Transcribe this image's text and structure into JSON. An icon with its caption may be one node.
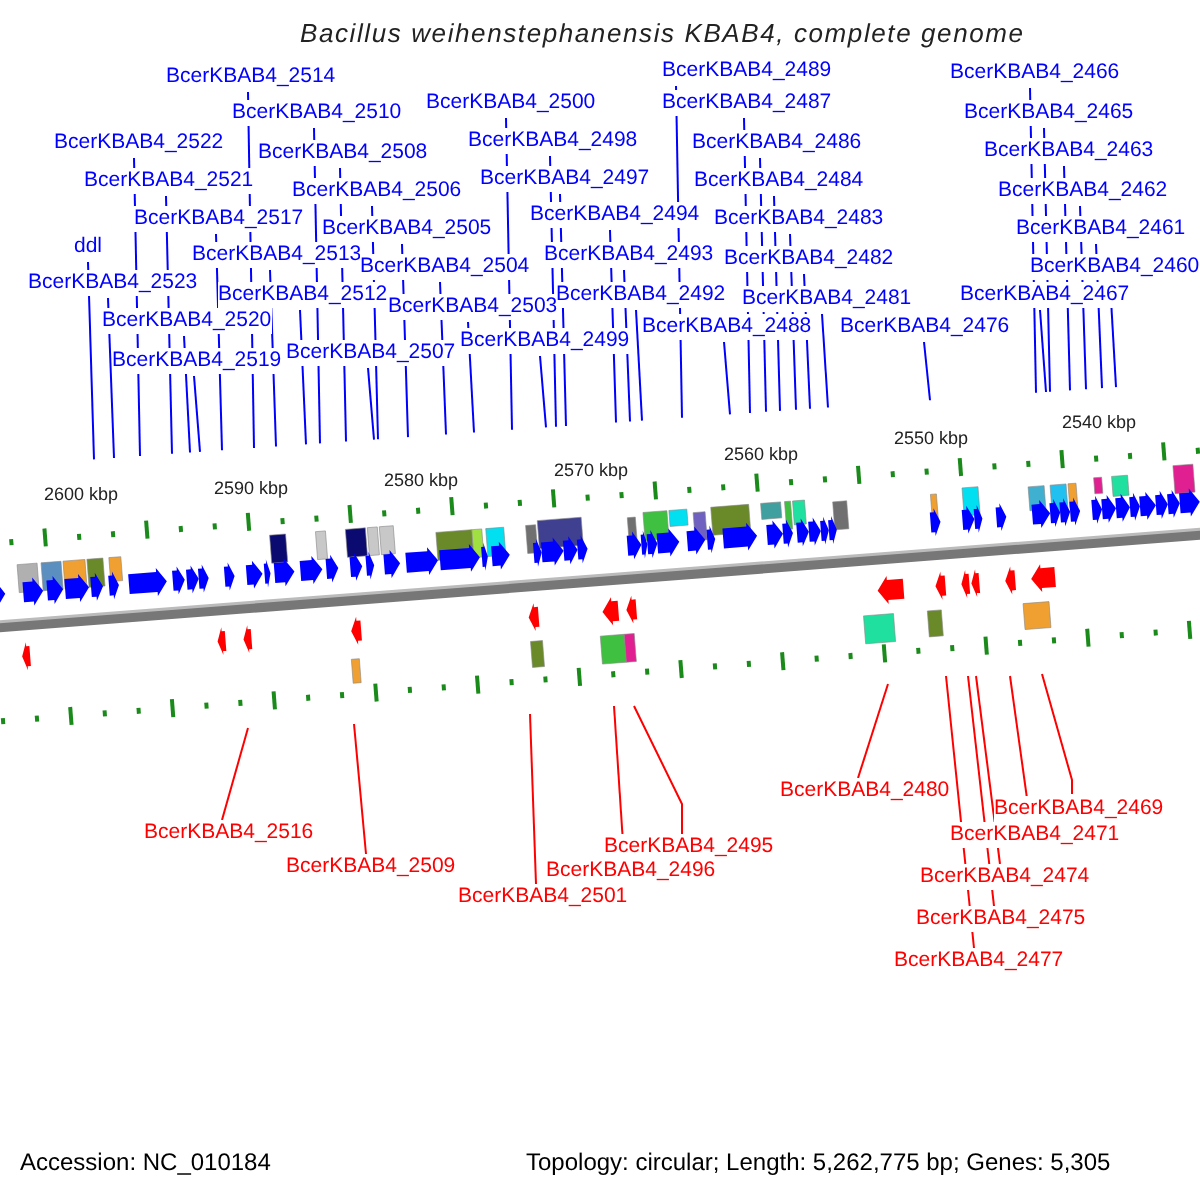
{
  "diagram": {
    "title": "Bacillus weihenstephanensis KBAB4, complete genome",
    "nodes": [
      {
        "text": [
          "BcerKBAB4_2514"
        ]
      },
      {
        "text": [
          "BcerKBAB4_2510"
        ]
      },
      {
        "text": [
          "BcerKBAB4_2522"
        ]
      },
      {
        "text": [
          "BcerKBAB4_2508"
        ]
      },
      {
        "text": [
          "BcerKBAB4_2521"
        ]
      },
      {
        "text": [
          "BcerKBAB4_2506"
        ]
      },
      {
        "text": [
          "BcerKBAB4_2517"
        ]
      },
      {
        "text": [
          "BcerKBAB4_2505"
        ]
      },
      {
        "text": [
          "ddl"
        ]
      },
      {
        "text": [
          "BcerKBAB4_2513"
        ]
      },
      {
        "text": [
          "BcerKBAB4_2504"
        ]
      },
      {
        "text": [
          "BcerKBAB4_2523"
        ]
      },
      {
        "text": [
          "BcerKBAB4_2512"
        ]
      },
      {
        "text": [
          "BcerKBAB4_2503"
        ]
      },
      {
        "text": [
          "BcerKBAB4_2520"
        ]
      },
      {
        "text": [
          "BcerKBAB4_2507"
        ]
      },
      {
        "text": [
          "BcerKBAB4_2519"
        ]
      },
      {
        "text": [
          "BcerKBAB4_2500"
        ]
      },
      {
        "text": [
          "BcerKBAB4_2498"
        ]
      },
      {
        "text": [
          "BcerKBAB4_2497"
        ]
      },
      {
        "text": [
          "BcerKBAB4_2494"
        ]
      },
      {
        "text": [
          "BcerKBAB4_2493"
        ]
      },
      {
        "text": [
          "BcerKBAB4_2492"
        ]
      },
      {
        "text": [
          "BcerKBAB4_2499"
        ]
      },
      {
        "text": [
          "BcerKBAB4_2489"
        ]
      },
      {
        "text": [
          "BcerKBAB4_2487"
        ]
      },
      {
        "text": [
          "BcerKBAB4_2486"
        ]
      },
      {
        "text": [
          "BcerKBAB4_2484"
        ]
      },
      {
        "text": [
          "BcerKBAB4_2483"
        ]
      },
      {
        "text": [
          "BcerKBAB4_2482"
        ]
      },
      {
        "text": [
          "BcerKBAB4_2481"
        ]
      },
      {
        "text": [
          "BcerKBAB4_2488"
        ]
      },
      {
        "text": [
          "BcerKBAB4_2476"
        ]
      },
      {
        "text": [
          "BcerKBAB4_2466"
        ]
      },
      {
        "text": [
          "BcerKBAB4_2465"
        ]
      },
      {
        "text": [
          "BcerKBAB4_2463"
        ]
      },
      {
        "text": [
          "BcerKBAB4_2462"
        ]
      },
      {
        "text": [
          "BcerKBAB4_2461"
        ]
      },
      {
        "text": [
          "BcerKBAB4_2460"
        ]
      },
      {
        "text": [
          "BcerKBAB4_2467"
        ]
      },
      {
        "text": [
          "BcerKBAB4_2480"
        ]
      },
      {
        "text": [
          "BcerKBAB4_2469"
        ]
      },
      {
        "text": [
          "BcerKBAB4_2516"
        ]
      },
      {
        "text": [
          "BcerKBAB4_2471"
        ]
      },
      {
        "text": [
          "BcerKBAB4_2495"
        ]
      },
      {
        "text": [
          "BcerKBAB4_2509"
        ]
      },
      {
        "text": [
          "BcerKBAB4_2496"
        ]
      },
      {
        "text": [
          "BcerKBAB4_2474"
        ]
      },
      {
        "text": [
          "BcerKBAB4_2501"
        ]
      },
      {
        "text": [
          "BcerKBAB4_2475"
        ]
      },
      {
        "text": [
          "BcerKBAB4_2477"
        ]
      }
    ],
    "edges": [
      {
        "from": 0,
        "to": null,
        "arrow": "none"
      },
      {
        "from": 1,
        "to": null,
        "arrow": "none"
      },
      {
        "from": 2,
        "to": null,
        "arrow": "none"
      },
      {
        "from": 3,
        "to": null,
        "arrow": "none"
      },
      {
        "from": 4,
        "to": null,
        "arrow": "none"
      },
      {
        "from": 5,
        "to": null,
        "arrow": "none"
      },
      {
        "from": 6,
        "to": null,
        "arrow": "none"
      },
      {
        "from": 7,
        "to": null,
        "arrow": "none"
      },
      {
        "from": 8,
        "to": null,
        "arrow": "none"
      },
      {
        "from": 9,
        "to": null,
        "arrow": "none"
      },
      {
        "from": 10,
        "to": null,
        "arrow": "none"
      },
      {
        "from": 11,
        "to": null,
        "arrow": "none"
      },
      {
        "from": 12,
        "to": null,
        "arrow": "none"
      },
      {
        "from": 13,
        "to": null,
        "arrow": "none"
      },
      {
        "from": 14,
        "to": null,
        "arrow": "none"
      },
      {
        "from": 15,
        "to": null,
        "arrow": "none"
      },
      {
        "from": 16,
        "to": null,
        "arrow": "none"
      },
      {
        "from": 17,
        "to": null,
        "arrow": "none"
      },
      {
        "from": 18,
        "to": null,
        "arrow": "none"
      },
      {
        "from": 19,
        "to": null,
        "arrow": "none"
      },
      {
        "from": 20,
        "to": null,
        "arrow": "none"
      },
      {
        "from": 21,
        "to": null,
        "arrow": "none"
      },
      {
        "from": 22,
        "to": null,
        "arrow": "none"
      },
      {
        "from": 23,
        "to": null,
        "arrow": "none"
      },
      {
        "from": 24,
        "to": null,
        "arrow": "none"
      },
      {
        "from": 25,
        "to": null,
        "arrow": "none"
      },
      {
        "from": 26,
        "to": null,
        "arrow": "none"
      },
      {
        "from": 27,
        "to": null,
        "arrow": "none"
      },
      {
        "from": 28,
        "to": null,
        "arrow": "none"
      },
      {
        "from": 29,
        "to": null,
        "arrow": "none"
      },
      {
        "from": 30,
        "to": null,
        "arrow": "none"
      },
      {
        "from": 31,
        "to": null,
        "arrow": "none"
      },
      {
        "from": 32,
        "to": null,
        "arrow": "none"
      },
      {
        "from": 33,
        "to": null,
        "arrow": "none"
      },
      {
        "from": 34,
        "to": null,
        "arrow": "none"
      },
      {
        "from": 35,
        "to": null,
        "arrow": "none"
      },
      {
        "from": 36,
        "to": null,
        "arrow": "none"
      },
      {
        "from": 37,
        "to": null,
        "arrow": "none"
      },
      {
        "from": 38,
        "to": null,
        "arrow": "none"
      },
      {
        "from": 39,
        "to": null,
        "arrow": "none"
      },
      {
        "from": 40,
        "to": null,
        "arrow": "none",
        "color": "#ff0000"
      },
      {
        "from": 41,
        "to": null,
        "arrow": "none",
        "color": "#ff0000"
      },
      {
        "from": 42,
        "to": null,
        "arrow": "none",
        "color": "#ff0000"
      },
      {
        "from": 43,
        "to": null,
        "arrow": "none",
        "color": "#ff0000"
      },
      {
        "from": 44,
        "to": null,
        "arrow": "none",
        "color": "#ff0000"
      },
      {
        "from": 45,
        "to": null,
        "arrow": "none",
        "color": "#ff0000"
      },
      {
        "from": 46,
        "to": null,
        "arrow": "none",
        "color": "#ff0000"
      },
      {
        "from": 47,
        "to": null,
        "arrow": "none",
        "color": "#ff0000"
      },
      {
        "from": 48,
        "to": null,
        "arrow": "none",
        "color": "#ff0000"
      },
      {
        "from": 49,
        "to": null,
        "arrow": "none",
        "color": "#ff0000"
      },
      {
        "from": 50,
        "to": null,
        "arrow": "none",
        "color": "#ff0000"
      }
    ],
    "labels": [
      "2600 kbp",
      "2590 kbp",
      "2580 kbp",
      "2570 kbp",
      "2560 kbp",
      "2550 kbp",
      "2540 kbp",
      "Accession: NC_010184",
      "Topology: circular; Length: 5,262,775 bp; Genes: 5,305"
    ]
  }
}
